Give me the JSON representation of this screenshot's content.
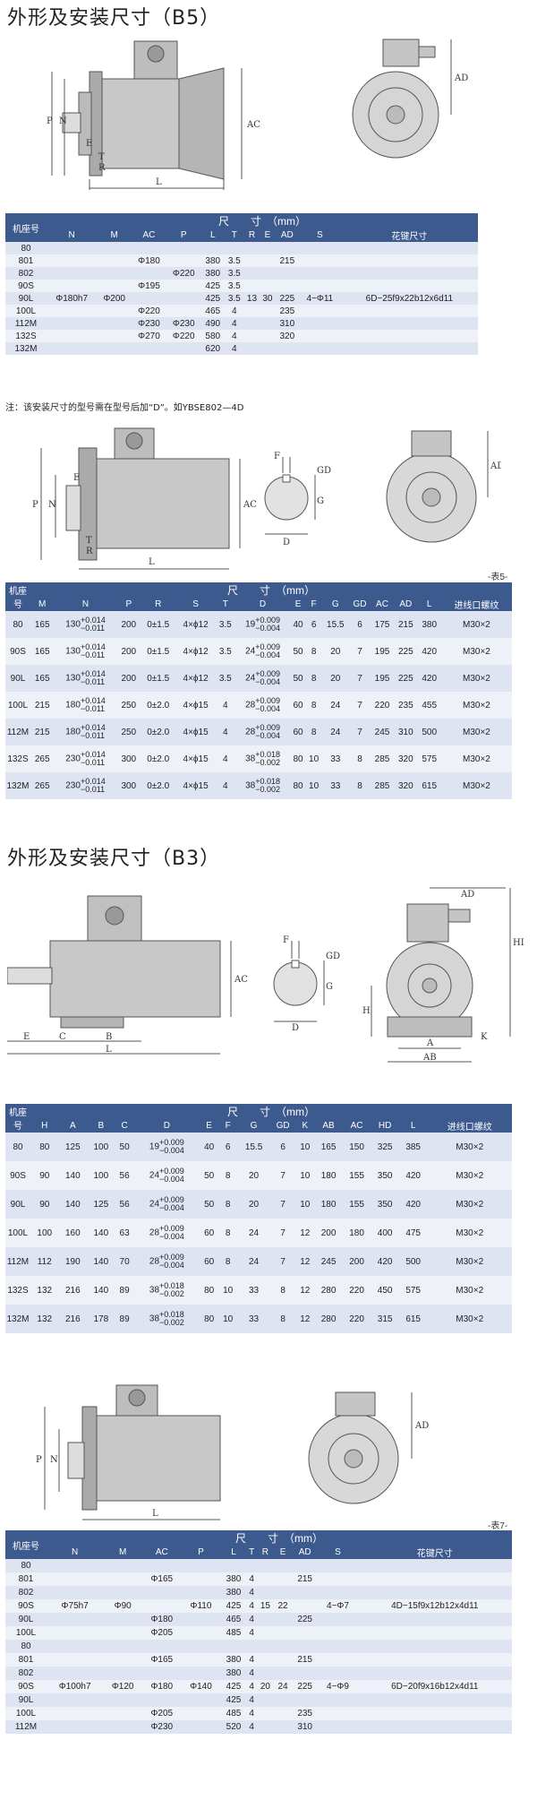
{
  "sections": {
    "b5_title": "外形及安装尺寸（B5）",
    "b3_title": "外形及安装尺寸（B3）"
  },
  "note": "注：该安装尺寸的型号需在型号后加“D”。如YBSE802—4D",
  "table_tags": {
    "t5": "-表5-",
    "t7": "-表7-"
  },
  "drawing_labels": {
    "b5": {
      "p": "P",
      "n": "N",
      "e": "E",
      "t": "T",
      "r": "R",
      "l": "L",
      "ac": "AC",
      "ad": "AD"
    },
    "shaft": {
      "f": "F",
      "gd": "GD",
      "g": "G",
      "d": "D"
    },
    "b3": {
      "ad": "AD",
      "hd": "HD",
      "ac": "AC",
      "h": "H",
      "e": "E",
      "c": "C",
      "b": "B",
      "l": "L",
      "a": "A",
      "ab": "AB",
      "k": "K"
    }
  },
  "table1": {
    "frame_header": "机座号",
    "dim_header": "尺　　寸　（mm）",
    "cols": [
      "N",
      "M",
      "AC",
      "P",
      "L",
      "T",
      "R",
      "E",
      "AD",
      "S",
      "花键尺寸"
    ],
    "rows": [
      [
        "80",
        "",
        "",
        "",
        "",
        "",
        "",
        "",
        "",
        "",
        "",
        ""
      ],
      [
        "801",
        "",
        "",
        "Φ180",
        "",
        "380",
        "3.5",
        "",
        "",
        "215",
        "",
        ""
      ],
      [
        "802",
        "",
        "",
        "",
        "Φ220",
        "380",
        "3.5",
        "",
        "",
        "",
        "",
        ""
      ],
      [
        "90S",
        "",
        "",
        "Φ195",
        "",
        "425",
        "3.5",
        "",
        "",
        "",
        "",
        ""
      ],
      [
        "90L",
        "Φ180h7",
        "Φ200",
        "",
        "",
        "425",
        "3.5",
        "13",
        "30",
        "225",
        "4−Φ11",
        "6D−25f9x22b12x6d11"
      ],
      [
        "100L",
        "",
        "",
        "Φ220",
        "",
        "465",
        "4",
        "",
        "",
        "235",
        "",
        ""
      ],
      [
        "112M",
        "",
        "",
        "Φ230",
        "Φ230",
        "490",
        "4",
        "",
        "",
        "310",
        "",
        ""
      ],
      [
        "132S",
        "",
        "",
        "Φ270",
        "Φ220",
        "580",
        "4",
        "",
        "",
        "320",
        "",
        ""
      ],
      [
        "132M",
        "",
        "",
        "",
        "",
        "620",
        "4",
        "",
        "",
        "",
        "",
        ""
      ]
    ]
  },
  "table2": {
    "frame_header": "机座号",
    "dim_header": "尺　　寸　（mm）",
    "cols": [
      "M",
      "N",
      "P",
      "R",
      "S",
      "T",
      "D",
      "E",
      "F",
      "G",
      "GD",
      "AC",
      "AD",
      "L",
      "进线口螺纹"
    ],
    "rows": [
      {
        "frame": "80",
        "m": "165",
        "n_base": "130",
        "n_up": "+0.014",
        "n_dn": "−0.011",
        "p": "200",
        "r": "0±1.5",
        "s": "4×ϕ12",
        "t": "3.5",
        "d_base": "19",
        "d_up": "+0.009",
        "d_dn": "−0.004",
        "e": "40",
        "f": "6",
        "g": "15.5",
        "gd": "6",
        "ac": "175",
        "ad": "215",
        "l": "380",
        "th": "M30×2"
      },
      {
        "frame": "90S",
        "m": "165",
        "n_base": "130",
        "n_up": "+0.014",
        "n_dn": "−0.011",
        "p": "200",
        "r": "0±1.5",
        "s": "4×ϕ12",
        "t": "3.5",
        "d_base": "24",
        "d_up": "+0.009",
        "d_dn": "−0.004",
        "e": "50",
        "f": "8",
        "g": "20",
        "gd": "7",
        "ac": "195",
        "ad": "225",
        "l": "420",
        "th": "M30×2"
      },
      {
        "frame": "90L",
        "m": "165",
        "n_base": "130",
        "n_up": "+0.014",
        "n_dn": "−0.011",
        "p": "200",
        "r": "0±1.5",
        "s": "4×ϕ12",
        "t": "3.5",
        "d_base": "24",
        "d_up": "+0.009",
        "d_dn": "−0.004",
        "e": "50",
        "f": "8",
        "g": "20",
        "gd": "7",
        "ac": "195",
        "ad": "225",
        "l": "420",
        "th": "M30×2"
      },
      {
        "frame": "100L",
        "m": "215",
        "n_base": "180",
        "n_up": "+0.014",
        "n_dn": "−0.011",
        "p": "250",
        "r": "0±2.0",
        "s": "4×ϕ15",
        "t": "4",
        "d_base": "28",
        "d_up": "+0.009",
        "d_dn": "−0.004",
        "e": "60",
        "f": "8",
        "g": "24",
        "gd": "7",
        "ac": "220",
        "ad": "235",
        "l": "455",
        "th": "M30×2"
      },
      {
        "frame": "112M",
        "m": "215",
        "n_base": "180",
        "n_up": "+0.014",
        "n_dn": "−0.011",
        "p": "250",
        "r": "0±2.0",
        "s": "4×ϕ15",
        "t": "4",
        "d_base": "28",
        "d_up": "+0.009",
        "d_dn": "−0.004",
        "e": "60",
        "f": "8",
        "g": "24",
        "gd": "7",
        "ac": "245",
        "ad": "310",
        "l": "500",
        "th": "M30×2"
      },
      {
        "frame": "132S",
        "m": "265",
        "n_base": "230",
        "n_up": "+0.014",
        "n_dn": "−0.011",
        "p": "300",
        "r": "0±2.0",
        "s": "4×ϕ15",
        "t": "4",
        "d_base": "38",
        "d_up": "+0.018",
        "d_dn": "−0.002",
        "e": "80",
        "f": "10",
        "g": "33",
        "gd": "8",
        "ac": "285",
        "ad": "320",
        "l": "575",
        "th": "M30×2"
      },
      {
        "frame": "132M",
        "m": "265",
        "n_base": "230",
        "n_up": "+0.014",
        "n_dn": "−0.011",
        "p": "300",
        "r": "0±2.0",
        "s": "4×ϕ15",
        "t": "4",
        "d_base": "38",
        "d_up": "+0.018",
        "d_dn": "−0.002",
        "e": "80",
        "f": "10",
        "g": "33",
        "gd": "8",
        "ac": "285",
        "ad": "320",
        "l": "615",
        "th": "M30×2"
      }
    ]
  },
  "table3": {
    "frame_header": "机座号",
    "dim_header": "尺　　寸　（mm）",
    "cols": [
      "H",
      "A",
      "B",
      "C",
      "D",
      "E",
      "F",
      "G",
      "GD",
      "K",
      "AB",
      "AC",
      "HD",
      "L",
      "进线口螺纹"
    ],
    "rows": [
      {
        "frame": "80",
        "h": "80",
        "a": "125",
        "b": "100",
        "c": "50",
        "d_base": "19",
        "d_up": "+0.009",
        "d_dn": "−0.004",
        "e": "40",
        "f": "6",
        "g": "15.5",
        "gd": "6",
        "k": "10",
        "ab": "165",
        "ac": "150",
        "hd": "325",
        "l": "385",
        "th": "M30×2"
      },
      {
        "frame": "90S",
        "h": "90",
        "a": "140",
        "b": "100",
        "c": "56",
        "d_base": "24",
        "d_up": "+0.009",
        "d_dn": "−0.004",
        "e": "50",
        "f": "8",
        "g": "20",
        "gd": "7",
        "k": "10",
        "ab": "180",
        "ac": "155",
        "hd": "350",
        "l": "420",
        "th": "M30×2"
      },
      {
        "frame": "90L",
        "h": "90",
        "a": "140",
        "b": "125",
        "c": "56",
        "d_base": "24",
        "d_up": "+0.009",
        "d_dn": "−0.004",
        "e": "50",
        "f": "8",
        "g": "20",
        "gd": "7",
        "k": "10",
        "ab": "180",
        "ac": "155",
        "hd": "350",
        "l": "420",
        "th": "M30×2"
      },
      {
        "frame": "100L",
        "h": "100",
        "a": "160",
        "b": "140",
        "c": "63",
        "d_base": "28",
        "d_up": "+0.009",
        "d_dn": "−0.004",
        "e": "60",
        "f": "8",
        "g": "24",
        "gd": "7",
        "k": "12",
        "ab": "200",
        "ac": "180",
        "hd": "400",
        "l": "475",
        "th": "M30×2"
      },
      {
        "frame": "112M",
        "h": "112",
        "a": "190",
        "b": "140",
        "c": "70",
        "d_base": "28",
        "d_up": "+0.009",
        "d_dn": "−0.004",
        "e": "60",
        "f": "8",
        "g": "24",
        "gd": "7",
        "k": "12",
        "ab": "245",
        "ac": "200",
        "hd": "420",
        "l": "500",
        "th": "M30×2"
      },
      {
        "frame": "132S",
        "h": "132",
        "a": "216",
        "b": "140",
        "c": "89",
        "d_base": "38",
        "d_up": "+0.018",
        "d_dn": "−0.002",
        "e": "80",
        "f": "10",
        "g": "33",
        "gd": "8",
        "k": "12",
        "ab": "280",
        "ac": "220",
        "hd": "450",
        "l": "575",
        "th": "M30×2"
      },
      {
        "frame": "132M",
        "h": "132",
        "a": "216",
        "b": "178",
        "c": "89",
        "d_base": "38",
        "d_up": "+0.018",
        "d_dn": "−0.002",
        "e": "80",
        "f": "10",
        "g": "33",
        "gd": "8",
        "k": "12",
        "ab": "280",
        "ac": "220",
        "hd": "315",
        "l": "615",
        "th": "M30×2"
      }
    ]
  },
  "table4": {
    "frame_header": "机座号",
    "dim_header": "尺　　寸　（mm）",
    "cols": [
      "N",
      "M",
      "AC",
      "P",
      "L",
      "T",
      "R",
      "E",
      "AD",
      "S",
      "花键尺寸"
    ],
    "rows": [
      [
        "80",
        "",
        "",
        "",
        "",
        "",
        "",
        "",
        "",
        "",
        "",
        ""
      ],
      [
        "801",
        "",
        "",
        "Φ165",
        "",
        "380",
        "4",
        "",
        "",
        "215",
        "",
        ""
      ],
      [
        "802",
        "",
        "",
        "",
        "",
        "380",
        "4",
        "",
        "",
        "",
        "",
        ""
      ],
      [
        "90S",
        "Φ75h7",
        "Φ90",
        "",
        "Φ110",
        "425",
        "4",
        "15",
        "22",
        "",
        "4−Φ7",
        "4D−15f9x12b12x4d11"
      ],
      [
        "90L",
        "",
        "",
        "Φ180",
        "",
        "465",
        "4",
        "",
        "",
        "225",
        "",
        ""
      ],
      [
        "100L",
        "",
        "",
        "Φ205",
        "",
        "485",
        "4",
        "",
        "",
        "",
        "",
        ""
      ],
      [
        "80",
        "",
        "",
        "",
        "",
        "",
        "",
        "",
        "",
        "",
        "",
        ""
      ],
      [
        "801",
        "",
        "",
        "Φ165",
        "",
        "380",
        "4",
        "",
        "",
        "215",
        "",
        ""
      ],
      [
        "802",
        "",
        "",
        "",
        "",
        "380",
        "4",
        "",
        "",
        "",
        "",
        ""
      ],
      [
        "90S",
        "Φ100h7",
        "Φ120",
        "Φ180",
        "Φ140",
        "425",
        "4",
        "20",
        "24",
        "225",
        "4−Φ9",
        "6D−20f9x16b12x4d11"
      ],
      [
        "90L",
        "",
        "",
        "",
        "",
        "425",
        "4",
        "",
        "",
        "",
        "",
        ""
      ],
      [
        "100L",
        "",
        "",
        "Φ205",
        "",
        "485",
        "4",
        "",
        "",
        "235",
        "",
        ""
      ],
      [
        "112M",
        "",
        "",
        "Φ230",
        "",
        "520",
        "4",
        "",
        "",
        "310",
        "",
        ""
      ]
    ]
  }
}
